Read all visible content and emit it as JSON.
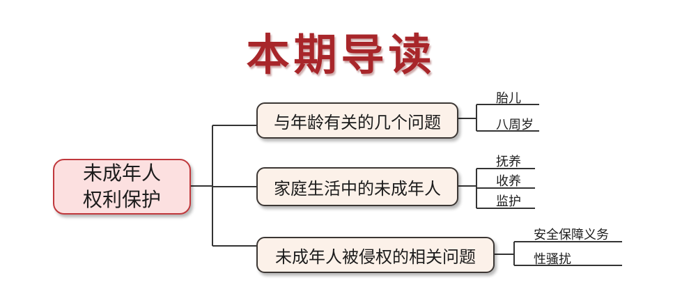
{
  "title": "本期导读",
  "root": {
    "line1": "未成年人",
    "line2": "权利保护"
  },
  "branches": [
    {
      "label": "与年龄有关的几个问题",
      "leaves": [
        "胎儿",
        "八周岁"
      ]
    },
    {
      "label": "家庭生活中的未成年人",
      "leaves": [
        "抚养",
        "收养",
        "监护"
      ]
    },
    {
      "label": "未成年人被侵权的相关问题",
      "leaves": [
        "安全保障义务",
        "性骚扰"
      ]
    }
  ],
  "colors": {
    "title": "#a8262a",
    "root_fill": "#fce0e0",
    "root_border": "#c0383c",
    "node_fill": "#fcf1e9"
  }
}
